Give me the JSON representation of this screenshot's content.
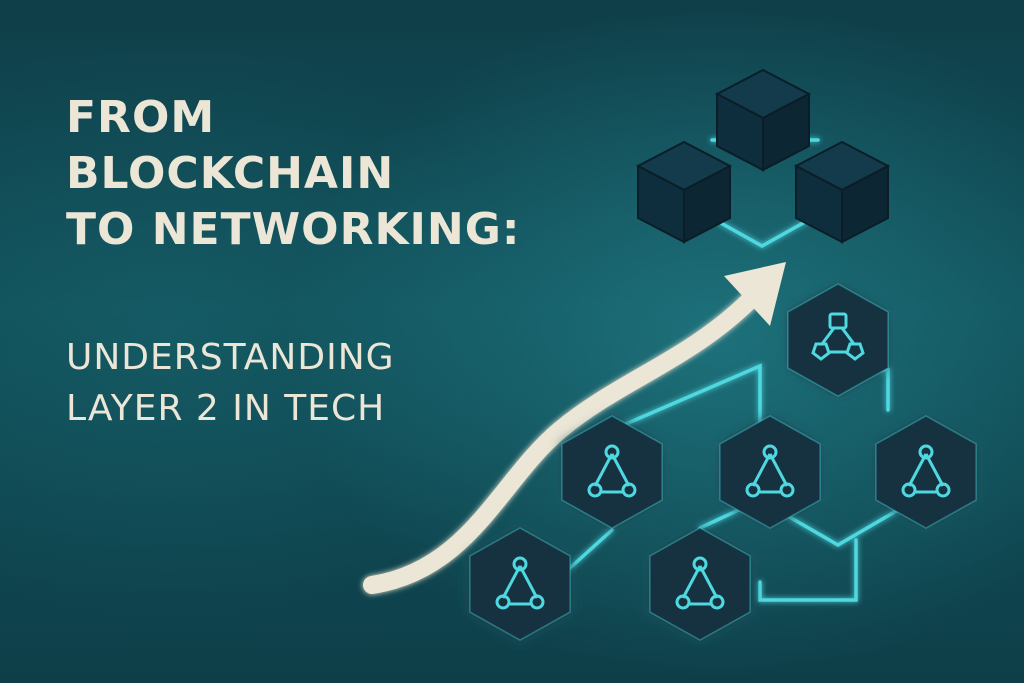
{
  "headline": {
    "line_1": "FROM",
    "line_2": "BLOCKCHAIN",
    "line_3": "TO NETWORKING:"
  },
  "subline": {
    "line_1": "UNDERSTANDING",
    "line_2": "LAYER 2 IN TECH"
  },
  "colors": {
    "background": "#0f4450",
    "text": "#ece6d6",
    "accent_cyan": "#4fd8e0",
    "block": "#0f2e3d",
    "arrow": "#ece6d6"
  },
  "illustration": {
    "block_icon": "cube-icon",
    "node_icon": "triangle-network-icon",
    "top_node_icon": "pentagon-network-icon",
    "arrow_icon": "upward-arrow-icon"
  }
}
